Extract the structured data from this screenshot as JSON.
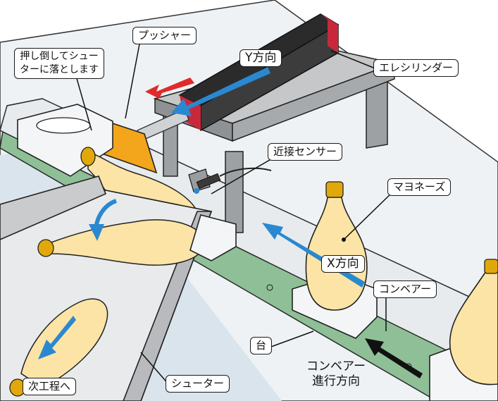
{
  "labels": {
    "pusher": "プッシャー",
    "push_note": "押し倒してシュー\nターに落とします",
    "y_direction": "Y方向",
    "electric_cylinder": "エレシリンダー",
    "proximity_sensor": "近接センサー",
    "mayonnaise": "マヨネーズ",
    "x_direction": "X方向",
    "conveyor": "コンベアー",
    "stand": "台",
    "conveyor_direction": "コンベアー\n進行方向",
    "chute": "シューター",
    "next_process": "次工程へ"
  },
  "colors": {
    "pusher_plate": "#f3a51b",
    "arrow_red": "#e02a2a",
    "arrow_blue": "#2a88d0",
    "conveyor_belt": "#8fbf96",
    "floor": "#d9e4ec",
    "bottle": "#fbe4a6",
    "cap": "#e0a80a",
    "cylinder_body": "#2b2b2b",
    "cylinder_accent": "#c8283a",
    "table": "#aeb0b2"
  }
}
